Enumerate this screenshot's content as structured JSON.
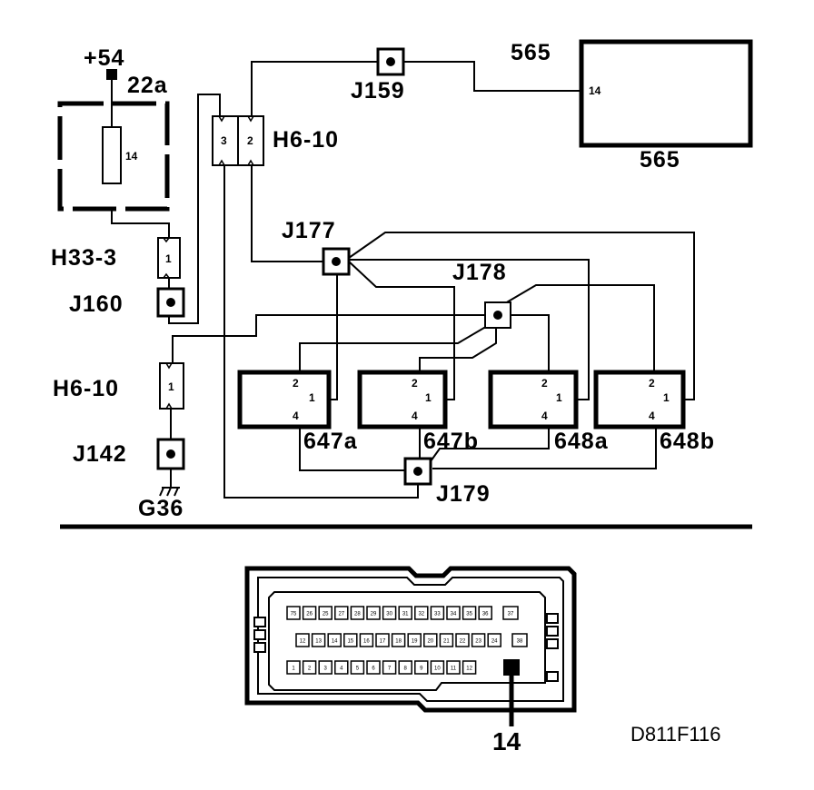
{
  "labels": {
    "plus54": "+54",
    "fuse_ref": "22a",
    "fuse_pin": "14",
    "h33": "H33-3",
    "h33_pin": "1",
    "j160": "J160",
    "h610_top": "H6-10",
    "h610_pin3": "3",
    "h610_pin2": "2",
    "h610_left": "H6-10",
    "h610_left_pin": "1",
    "j142": "J142",
    "g36": "G36",
    "j159": "J159",
    "ecu_top": "565",
    "ecu_bottom": "565",
    "ecu_pin": "14",
    "j177": "J177",
    "j178": "J178",
    "j179": "J179",
    "doc_code": "D811F116",
    "connector_pin": "14"
  },
  "components": [
    {
      "id": "647a",
      "label": "647a",
      "pins": [
        "2",
        "1",
        "4"
      ]
    },
    {
      "id": "647b",
      "label": "647b",
      "pins": [
        "2",
        "1",
        "4"
      ]
    },
    {
      "id": "648a",
      "label": "648a",
      "pins": [
        "2",
        "1",
        "4"
      ]
    },
    {
      "id": "648b",
      "label": "648b",
      "pins": [
        "2",
        "1",
        "4"
      ]
    }
  ],
  "connector": {
    "row1": [
      "75",
      "26",
      "25",
      "27",
      "28",
      "29",
      "30",
      "31",
      "32",
      "33",
      "34",
      "35",
      "36"
    ],
    "row1_end": "37",
    "row2": [
      "12",
      "13",
      "14",
      "15",
      "16",
      "17",
      "18",
      "19",
      "20",
      "21",
      "22",
      "23",
      "24"
    ],
    "row2_end": "38",
    "row3": [
      "1",
      "2",
      "3",
      "4",
      "5",
      "6",
      "7",
      "8",
      "9",
      "10",
      "11",
      "12"
    ]
  }
}
